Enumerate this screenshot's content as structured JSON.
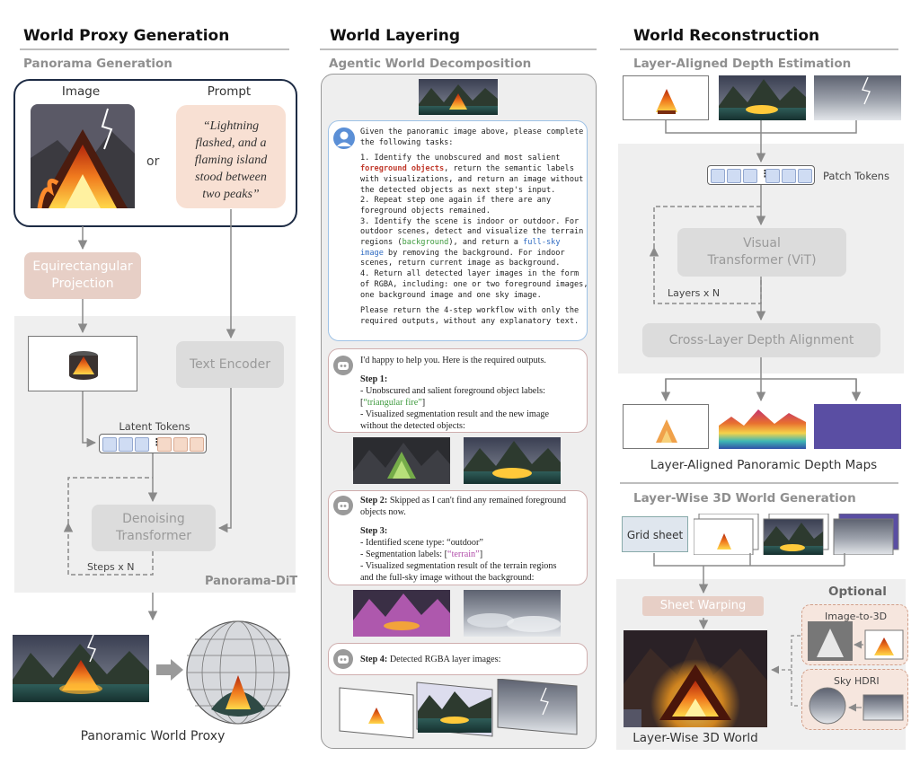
{
  "col1": {
    "title": "World Proxy Generation",
    "subtitle": "Panorama Generation",
    "image_label": "Image",
    "prompt_label": "Prompt",
    "or_text": "or",
    "prompt_lines": [
      "“Lightning",
      "flashed, and a",
      "flaming island",
      "stood between",
      "two peaks”"
    ],
    "equirect_lines": [
      "Equirectangular",
      "Projection"
    ],
    "text_encoder": "Text Encoder",
    "latent_tokens": "Latent Tokens",
    "denoising_lines": [
      "Denoising",
      "Transformer"
    ],
    "steps_label": "Steps x N",
    "dit_label": "Panorama-DiT",
    "proxy_label": "Panoramic World Proxy"
  },
  "col2": {
    "title": "World Layering",
    "subtitle": "Agentic World Decomposition",
    "user_prompt": {
      "intro_lines": [
        "Given the panoramic image above, please complete",
        "the following tasks:"
      ],
      "l1": "1. Identify the unobscured and most salient",
      "l2_red": "foreground objects",
      "l2_rest": ", return the semantic labels",
      "l3": "with visualizations, and return an image without",
      "l4": "the detected objects as next step's input.",
      "l5": "2. Repeat step one again if there are any",
      "l6": "foreground objects remained.",
      "l7": "3. Identify the scene is indoor or outdoor. For",
      "l8": "outdoor scenes, detect and visualize the terrain",
      "l9a": "regions (",
      "l9_green": "background",
      "l9b": "), and return a ",
      "l9_blue": "full-sky",
      "l10_blue": "image",
      "l10_rest": " by removing the background. For indoor",
      "l11": "scenes, return current image as background.",
      "l12": "4. Return all detected layer images in the form",
      "l13": "of RGBA, including: one or two foreground images,",
      "l14": "one background image and one sky image.",
      "l15": "Please return the 4-step workflow with only the",
      "l16": "required outputs, without any explanatory text."
    },
    "reply1": {
      "intro": "I'd happy to help you. Here is the required outputs.",
      "step1": "Step 1:",
      "a": "- Unobscured and salient foreground object labels:",
      "label_open": "[",
      "label_green": "“triangular fire”",
      "label_close": "]",
      "b": "- Visualized segmentation result and the new image",
      "c": "without the detected objects:"
    },
    "reply2": {
      "step2": "Step 2:",
      "step2_rest": " Skipped as I can't find any remained foreground",
      "step2_cont": "objects now.",
      "step3": "Step 3:",
      "a": "- Identified scene type: “outdoor”",
      "b_pre": "- Segmentation labels: [",
      "b_purple": "“terrain”",
      "b_post": "]",
      "c": "- Visualized segmentation result of the terrain regions",
      "d": "and the full-sky image without the background:"
    },
    "reply3": {
      "step4": "Step 4:",
      "rest": " Detected RGBA layer images:"
    }
  },
  "col3": {
    "title": "World Reconstruction",
    "subtitle1": "Layer-Aligned Depth Estimation",
    "patch_tokens": "Patch Tokens",
    "vit_lines": [
      "Visual",
      "Transformer (ViT)"
    ],
    "layers_label": "Layers x N",
    "cross_layer": "Cross-Layer Depth Alignment",
    "depth_maps_label": "Layer-Aligned Panoramic Depth Maps",
    "subtitle2": "Layer-Wise 3D World Generation",
    "grid_sheet": "Grid sheet",
    "sheet_warping": "Sheet Warping",
    "optional": "Optional",
    "image_to_3d": "Image-to-3D",
    "sky_hdri": "Sky HDRI",
    "world_label": "Layer-Wise 3D World"
  },
  "colors": {
    "red": "#c0392b",
    "green": "#3e9a3e",
    "blue": "#2f6bc2",
    "purple": "#b04aa8",
    "tan": "#e7cfc6",
    "panel_gray": "#efefef"
  }
}
